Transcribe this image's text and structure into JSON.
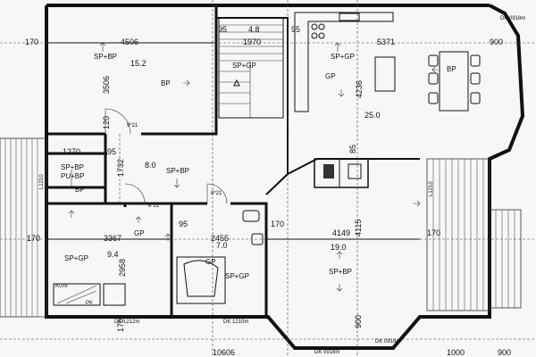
{
  "dimensions": {
    "top_left": "170",
    "left_room_width": "4506",
    "left_room_height": "3506",
    "wall_95_a": "95",
    "stair_width": "1970",
    "stair_label": "4.8",
    "wall_95_b": "95",
    "kitchen_width": "5371",
    "kitchen_height": "4236",
    "right_900": "900",
    "left_120": "120",
    "left_1270": "1270",
    "left_95": "95",
    "left_1732": "1732",
    "left_170_mid": "170",
    "left_3367": "3367",
    "left_2958": "2958",
    "bath_95": "95",
    "bath_width": "2455",
    "bath_170": "170",
    "living_width": "4149",
    "living_height": "4115",
    "right_170": "170",
    "bottom_170": "170",
    "bottom_900": "900",
    "fireplace_85": "85",
    "bottom_1000": "1000",
    "bottom_right_900": "900",
    "bottom_total": "10606"
  },
  "areas": {
    "bedroom": "15.2",
    "stair": "4.8",
    "kitchen_living": "25.0",
    "hall": "8.0",
    "bath": "7.0",
    "utility": "9.4",
    "living": "19.0"
  },
  "labels": {
    "sp_bp": "SP+BP",
    "sp_gp": "SP+GP",
    "bp": "BP",
    "gp": "GP",
    "pu_bp": "PU+BP",
    "bp_short": "BP",
    "door_9_21": "9*21",
    "door_8_21": "8*21",
    "kuiv": "KUIV",
    "pk": "PK",
    "dk_1212m": "DK 1212m",
    "dk_1210m": "DK 1210m",
    "dk_0918m": "DK 0918m",
    "lb_1210": "L1210",
    "lb_1210_right": "L1210"
  }
}
